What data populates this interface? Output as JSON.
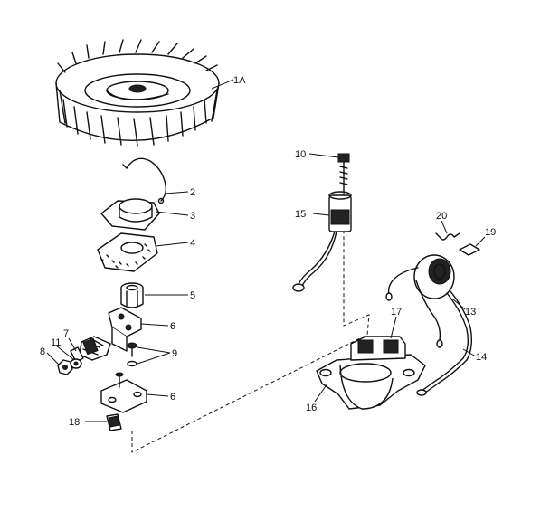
{
  "diagram": {
    "colors": {
      "ink": "#111111",
      "background": "#ffffff"
    },
    "callouts": [
      {
        "id": "1A",
        "text": "1A"
      },
      {
        "id": "2",
        "text": "2"
      },
      {
        "id": "3",
        "text": "3"
      },
      {
        "id": "4",
        "text": "4"
      },
      {
        "id": "5",
        "text": "5"
      },
      {
        "id": "6a",
        "text": "6"
      },
      {
        "id": "7",
        "text": "7"
      },
      {
        "id": "8",
        "text": "8"
      },
      {
        "id": "11",
        "text": "11"
      },
      {
        "id": "9",
        "text": "9"
      },
      {
        "id": "6b",
        "text": "6"
      },
      {
        "id": "18",
        "text": "18"
      },
      {
        "id": "10",
        "text": "10"
      },
      {
        "id": "15",
        "text": "15"
      },
      {
        "id": "20",
        "text": "20"
      },
      {
        "id": "19",
        "text": "19"
      },
      {
        "id": "13",
        "text": "13"
      },
      {
        "id": "17",
        "text": "17"
      },
      {
        "id": "14",
        "text": "14"
      },
      {
        "id": "16",
        "text": "16"
      }
    ]
  }
}
